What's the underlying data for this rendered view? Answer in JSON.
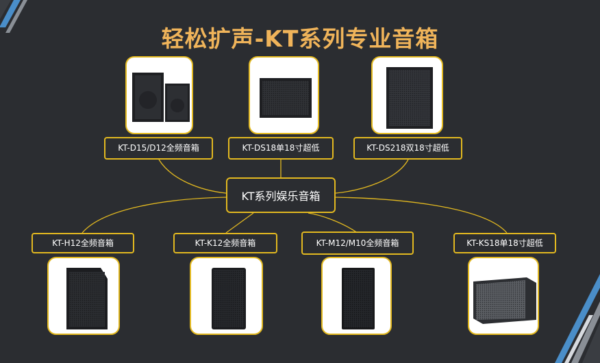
{
  "title": "轻松扩声-KT系列专业音箱",
  "center": "KT系列娱乐音箱",
  "products": {
    "d15": "KT-D15/D12全频音箱",
    "ds18": "KT-DS18单18寸超低",
    "ds218": "KT-DS218双18寸超低",
    "h12": "KT-H12全频音箱",
    "k12": "KT-K12全频音箱",
    "m12": "KT-M12/M10全频音箱",
    "ks18": "KT-KS18单18寸超低"
  },
  "colors": {
    "background": "#2b2d31",
    "title": "#f0b45a",
    "accent": "#e3b920",
    "stripe": "#4a8ec9"
  }
}
